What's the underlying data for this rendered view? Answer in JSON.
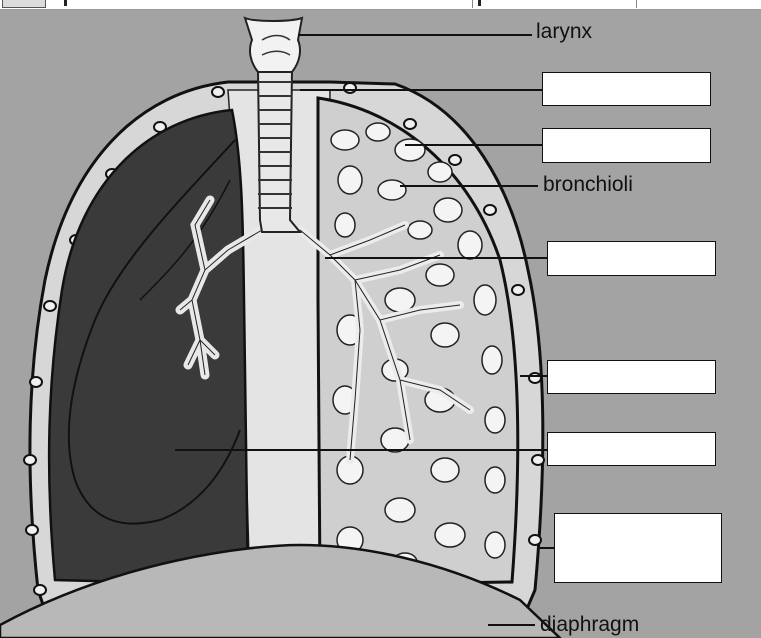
{
  "labels": {
    "larynx": "larynx",
    "bronchioli": "bronchioli",
    "diaphragm": "diaphragm"
  },
  "answer_boxes": [
    "",
    "",
    "",
    "",
    "",
    ""
  ],
  "colors": {
    "background": "#a3a3a3",
    "tissue_light": "#e2e2e2",
    "lung_dark": "#3c3c3c",
    "outline": "#111111",
    "box_fill": "#ffffff"
  }
}
